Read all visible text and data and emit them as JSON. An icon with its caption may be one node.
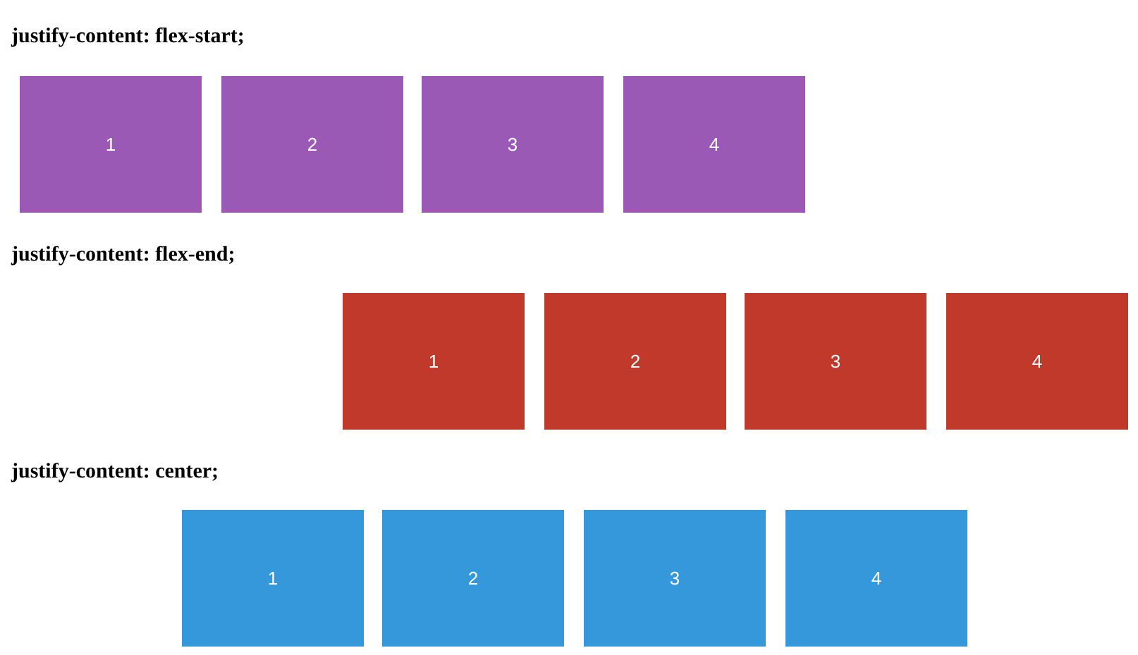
{
  "diagram": {
    "nodes": [
      {
        "text": [
          "1"
        ]
      },
      {
        "text": [
          "2"
        ]
      },
      {
        "text": [
          "3"
        ]
      },
      {
        "text": [
          "4"
        ]
      },
      {
        "text": [
          "1"
        ]
      },
      {
        "text": [
          "2"
        ]
      },
      {
        "text": [
          "3"
        ]
      },
      {
        "text": [
          "4"
        ]
      },
      {
        "text": [
          "1"
        ]
      },
      {
        "text": [
          "2"
        ]
      },
      {
        "text": [
          "3"
        ]
      },
      {
        "text": [
          "4"
        ]
      }
    ],
    "labels": [
      "justify-content: flex-start;",
      "justify-content: flex-end;",
      "justify-content: center;"
    ]
  }
}
